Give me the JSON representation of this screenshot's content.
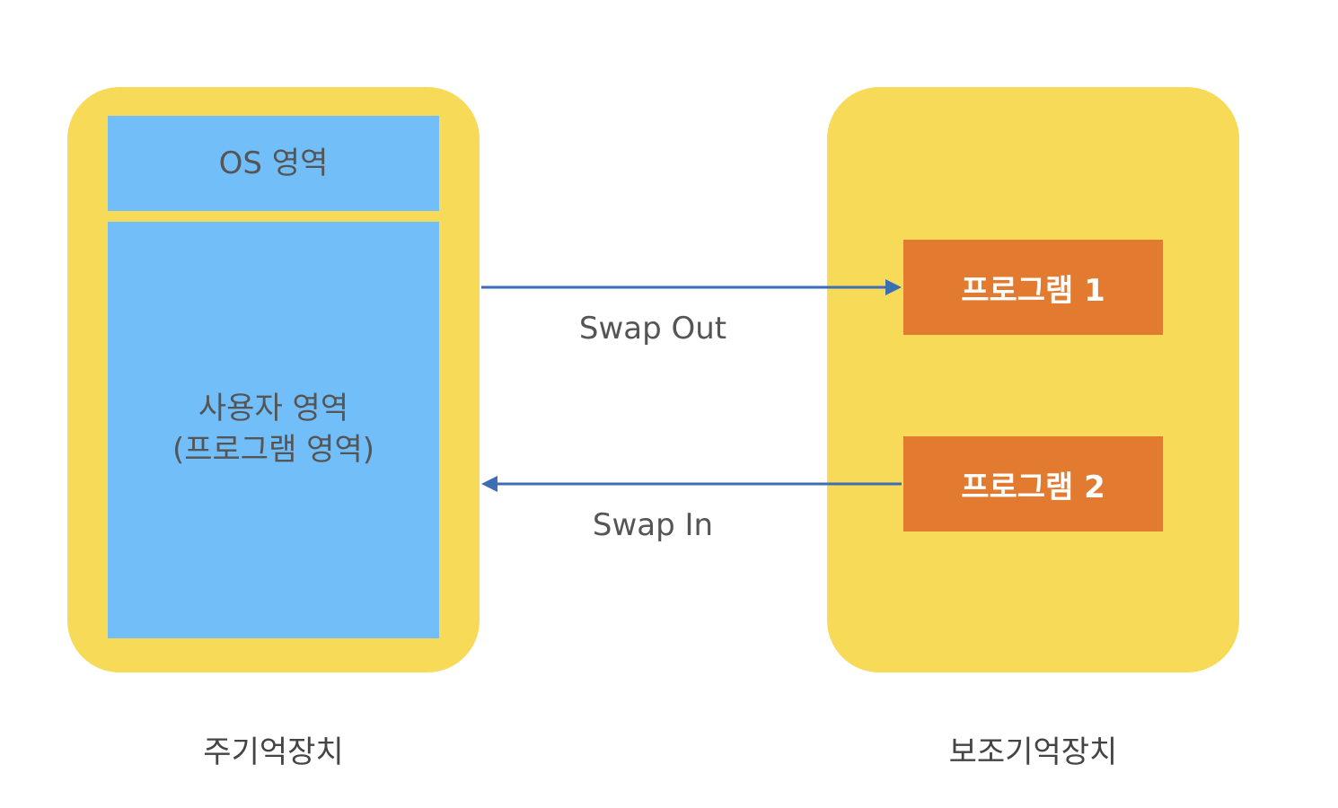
{
  "main_memory": {
    "os_region": "OS 영역",
    "user_region_line1": "사용자 영역",
    "user_region_line2": "(프로그램 영역)",
    "label": "주기억장치"
  },
  "secondary_memory": {
    "programs": [
      "프로그램 1",
      "프로그램 2"
    ],
    "label": "보조기억장치"
  },
  "arrows": {
    "swap_out": "Swap Out",
    "swap_in": "Swap In"
  },
  "colors": {
    "panel": "#F7DA58",
    "region": "#72BEF8",
    "program": "#E27A2F",
    "arrow": "#3C6EB4"
  }
}
